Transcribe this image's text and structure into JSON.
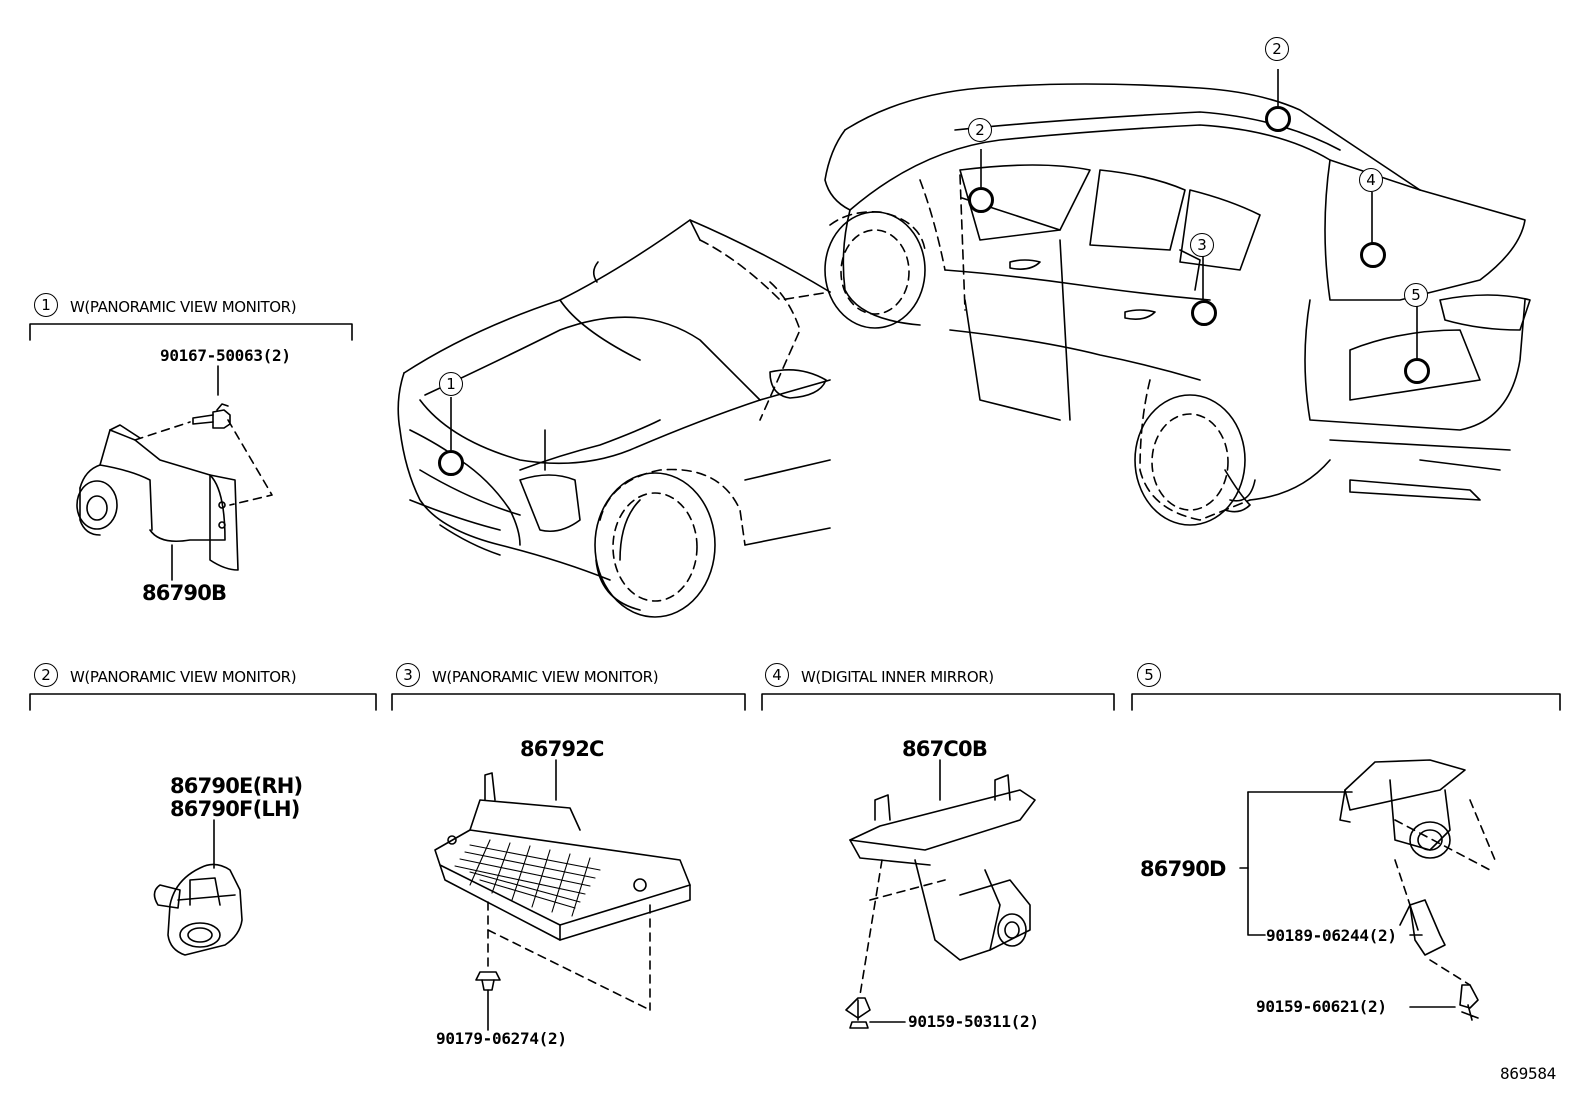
{
  "sections": [
    {
      "num": "1",
      "title": "W(PANORAMIC VIEW MONITOR)"
    },
    {
      "num": "2",
      "title": "W(PANORAMIC VIEW MONITOR)"
    },
    {
      "num": "3",
      "title": "W(PANORAMIC VIEW MONITOR)"
    },
    {
      "num": "4",
      "title": "W(DIGITAL INNER MIRROR)"
    },
    {
      "num": "5",
      "title": ""
    }
  ],
  "vehicle_callouts": [
    "1",
    "2",
    "2",
    "3",
    "4",
    "5"
  ],
  "parts": {
    "s1_bolt": "90167-50063(2)",
    "s1_camera": "86790B",
    "s2_camera_rh": "86790E(RH)",
    "s2_camera_lh": "86790F(LH)",
    "s3_ecu": "86792C",
    "s3_clip": "90179-06274(2)",
    "s4_camera": "867C0B",
    "s4_screw": "90159-50311(2)",
    "s5_camera": "86790D",
    "s5_nut": "90189-06244(2)",
    "s5_screw": "90159-60621(2)"
  },
  "illustration_id": "869584"
}
